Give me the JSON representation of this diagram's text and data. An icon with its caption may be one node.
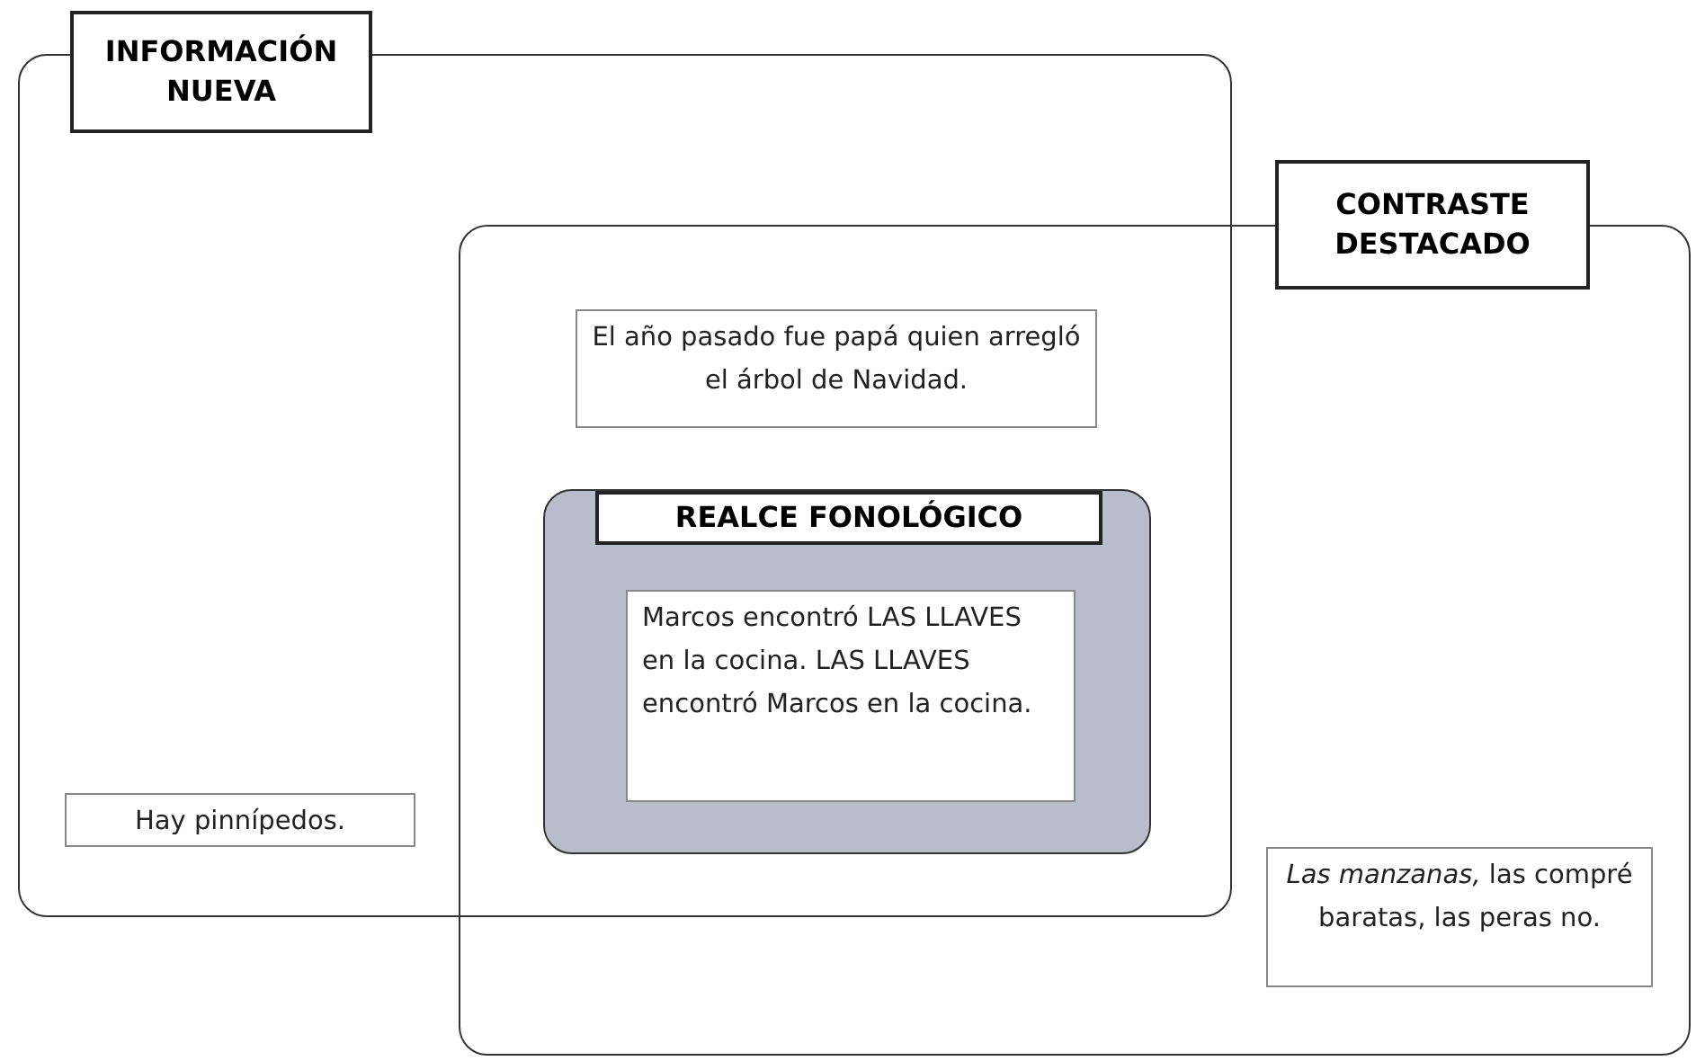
{
  "diagram": {
    "nodes": [
      {
        "text": [
          "INFORMACIÓN NUEVA"
        ]
      },
      {
        "text": [
          "CONTRASTE DESTACADO"
        ]
      },
      {
        "text": [
          "El año pasado fue papá quien arregló el árbol de Navidad."
        ]
      },
      {
        "text": [
          "REALCE FONOLÓGICO"
        ]
      },
      {
        "text": [
          "Marcos encontró LAS LLAVES en la cocina. LAS LLAVES encontró Marcos en la cocina."
        ],
        "in": 3
      },
      {
        "text": [
          "Hay pinnípedos."
        ],
        "in": 0
      },
      {
        "text": [
          "*Las manzanas,* las compré baratas, las peras no."
        ],
        "in": 1
      }
    ],
    "edges": []
  }
}
